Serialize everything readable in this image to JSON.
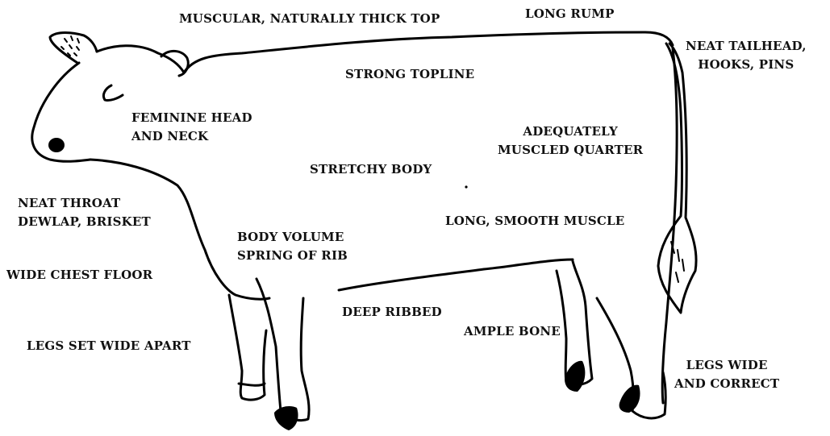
{
  "labels": {
    "muscular_top": "MUSCULAR, NATURALLY THICK TOP",
    "long_rump": "LONG RUMP",
    "neat_tailhead": "NEAT TAILHEAD,\nHOOKS, PINS",
    "strong_topline": "STRONG TOPLINE",
    "feminine_head": "FEMININE HEAD\nAND NECK",
    "adequately_muscled": "ADEQUATELY\nMUSCLED QUARTER",
    "stretchy_body": "STRETCHY BODY",
    "neat_throat": "NEAT THROAT\nDEWLAP, BRISKET",
    "long_smooth_muscle": "LONG, SMOOTH MUSCLE",
    "body_volume": "BODY VOLUME\nSPRING OF RIB",
    "wide_chest_floor": "WIDE CHEST FLOOR",
    "deep_ribbed": "DEEP RIBBED",
    "ample_bone": "AMPLE BONE",
    "legs_set_wide": "LEGS SET WIDE APART",
    "legs_wide_correct": "LEGS WIDE\nAND CORRECT"
  }
}
